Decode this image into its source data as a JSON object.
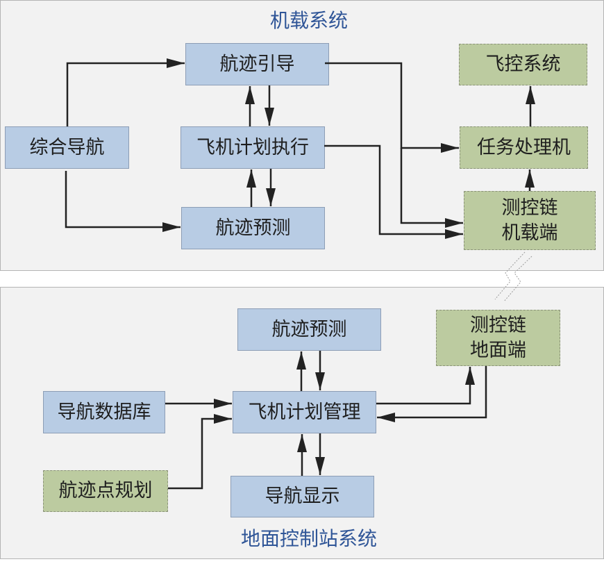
{
  "airborne": {
    "title": "机载系统",
    "boxes": {
      "track_guidance": "航迹引导",
      "integrated_nav": "综合导航",
      "plan_execution": "飞机计划执行",
      "track_prediction": "航迹预测",
      "flight_control": "飞控系统",
      "mission_computer": "任务处理机",
      "datalink_air": "测控链\n机载端"
    }
  },
  "ground": {
    "title": "地面控制站系统",
    "boxes": {
      "track_prediction": "航迹预测",
      "datalink_ground": "测控链\n地面端",
      "nav_database": "导航数据库",
      "plan_management": "飞机计划管理",
      "waypoint_planning": "航迹点规划",
      "nav_display": "导航显示"
    }
  },
  "colors": {
    "software_module": "#b8cce4",
    "hardware_module": "#bccba0",
    "title": "#2f5597",
    "arrow": "#222222"
  }
}
